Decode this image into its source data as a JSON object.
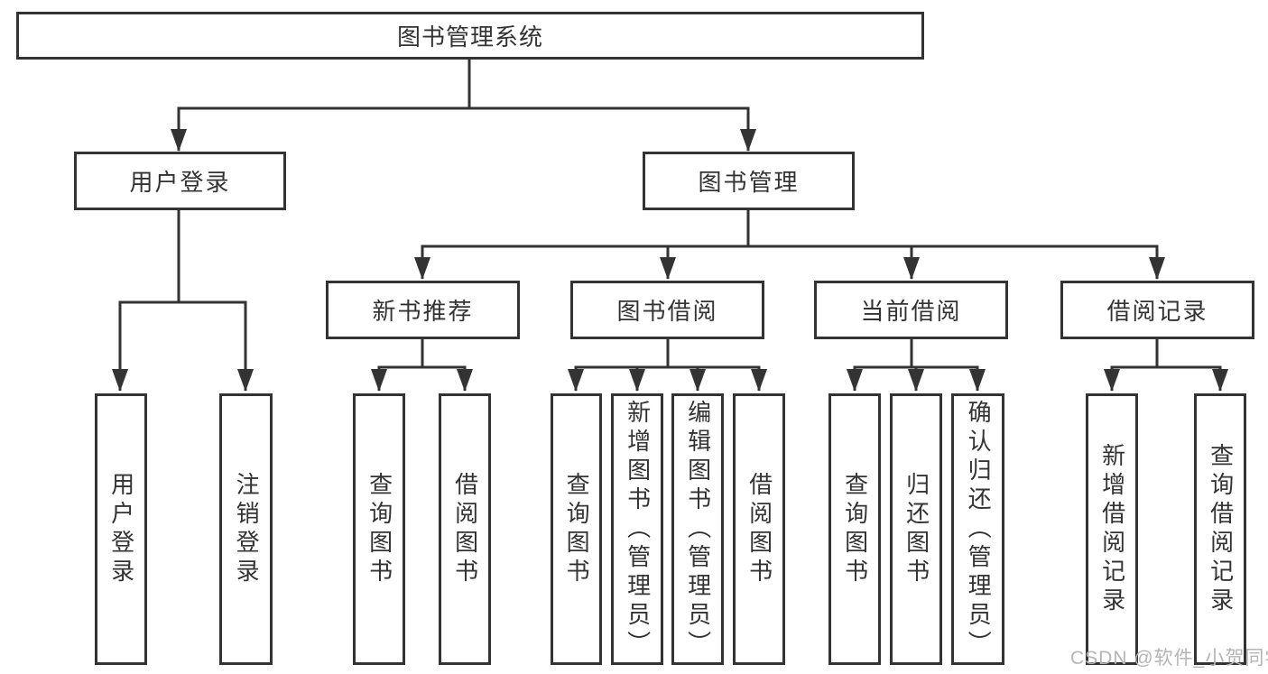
{
  "diagram": {
    "title": "图书管理系统",
    "root": {
      "label": "图书管理系统"
    },
    "level2": [
      {
        "label": "用户登录"
      },
      {
        "label": "图书管理"
      }
    ],
    "level3": [
      {
        "label": "新书推荐",
        "parent": "图书管理"
      },
      {
        "label": "图书借阅",
        "parent": "图书管理"
      },
      {
        "label": "当前借阅",
        "parent": "图书管理"
      },
      {
        "label": "借阅记录",
        "parent": "图书管理"
      }
    ],
    "leaves": [
      {
        "label": "用户登录",
        "parent": "用户登录"
      },
      {
        "label": "注销登录",
        "parent": "用户登录"
      },
      {
        "label": "查询图书",
        "parent": "新书推荐"
      },
      {
        "label": "借阅图书",
        "parent": "新书推荐"
      },
      {
        "label": "查询图书",
        "parent": "图书借阅"
      },
      {
        "label": "新增图书（管理员）",
        "parent": "图书借阅"
      },
      {
        "label": "编辑图书（管理员）",
        "parent": "图书借阅"
      },
      {
        "label": "借阅图书",
        "parent": "图书借阅"
      },
      {
        "label": "查询图书",
        "parent": "当前借阅"
      },
      {
        "label": "归还图书",
        "parent": "当前借阅"
      },
      {
        "label": "确认归还（管理员）",
        "parent": "当前借阅"
      },
      {
        "label": "新增借阅记录",
        "parent": "借阅记录"
      },
      {
        "label": "查询借阅记录",
        "parent": "借阅记录"
      }
    ]
  },
  "watermark": "CSDN @软件_小贺同学",
  "colors": {
    "line": "#333333",
    "box_border": "#333333",
    "text": "#333333",
    "background": "#ffffff",
    "watermark": "#b5b5b5"
  }
}
